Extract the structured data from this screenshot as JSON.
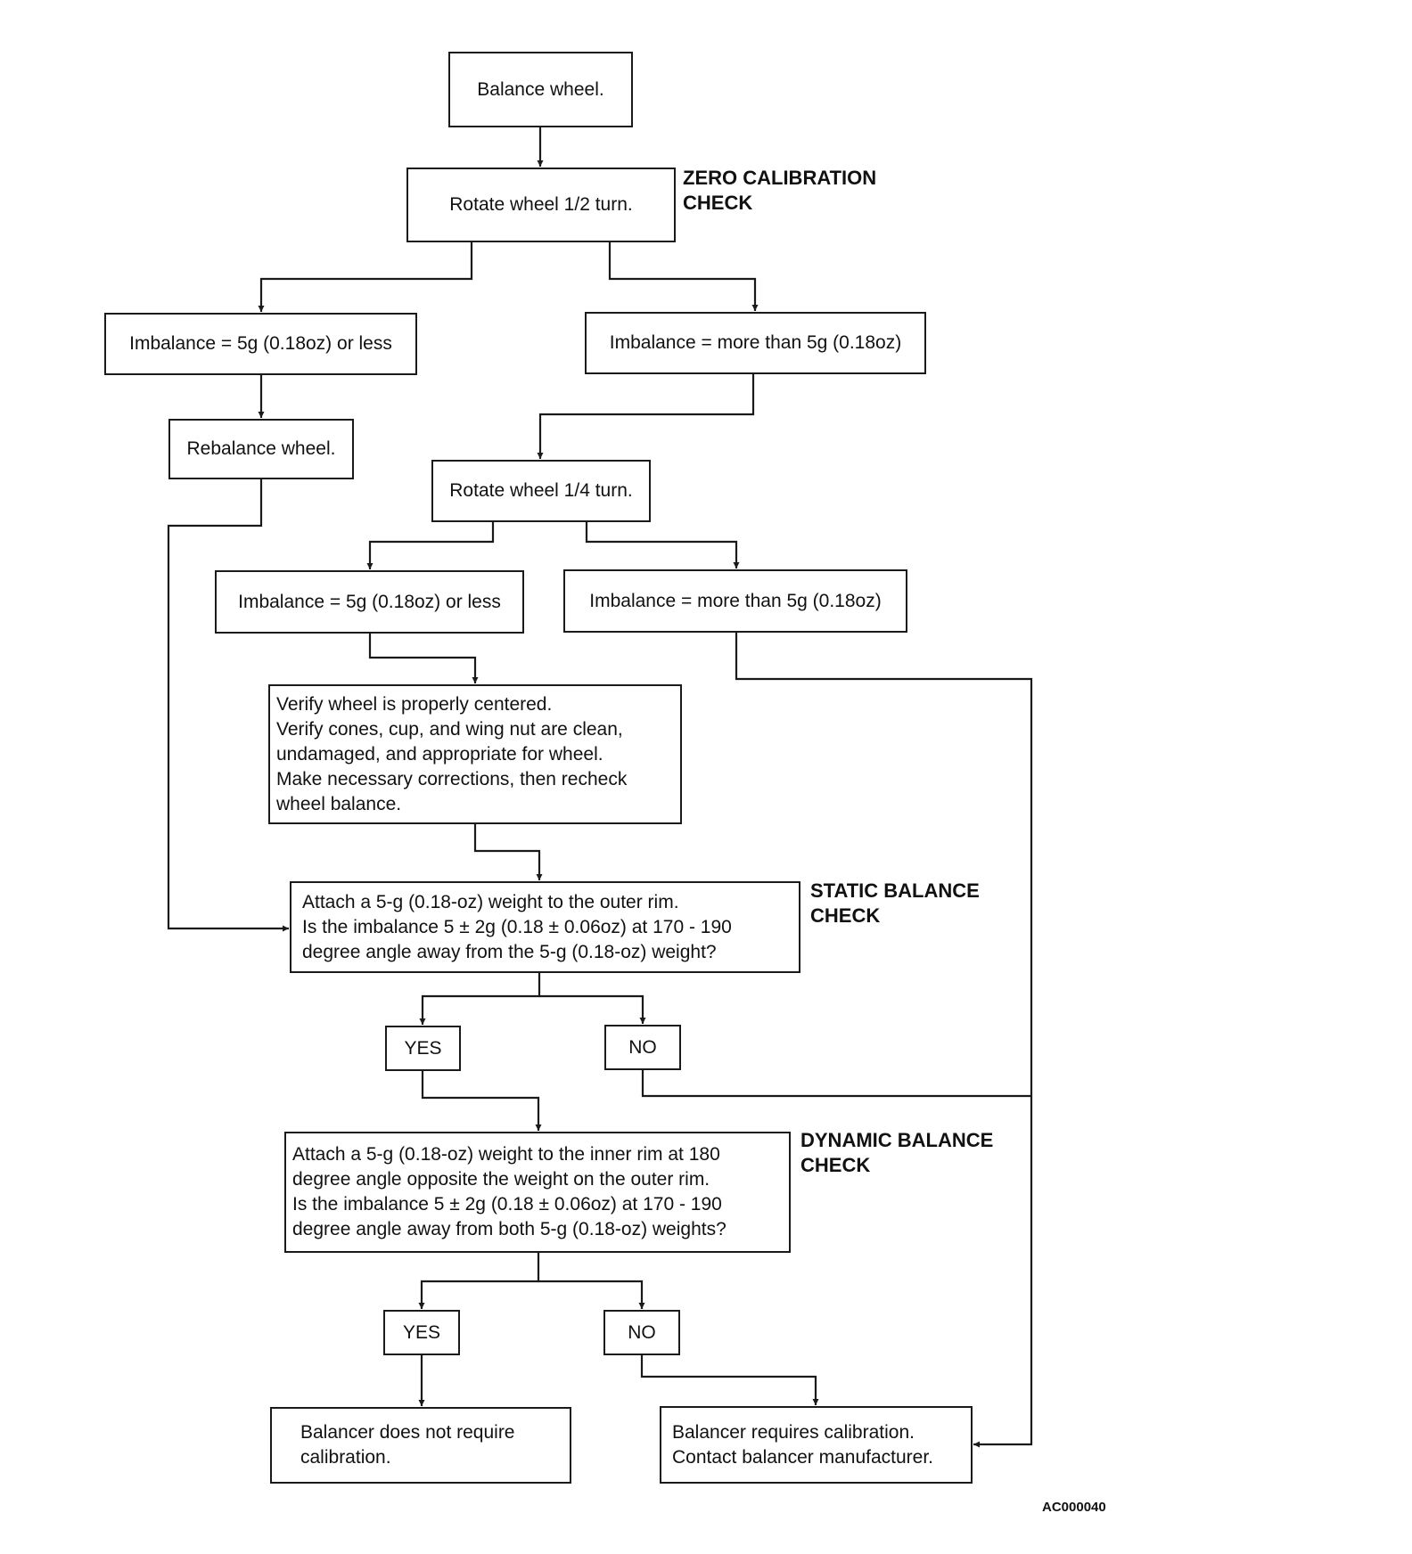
{
  "nodes": {
    "balance_wheel": "Balance wheel.",
    "rotate_half": "Rotate wheel 1/2 turn.",
    "imb_le_1": "Imbalance = 5g (0.18oz) or less",
    "imb_gt_1": "Imbalance = more than 5g (0.18oz)",
    "rebalance": "Rebalance wheel.",
    "rotate_quarter": "Rotate wheel 1/4 turn.",
    "imb_le_2": "Imbalance = 5g (0.18oz) or less",
    "imb_gt_2": "Imbalance = more than 5g (0.18oz)",
    "verify": [
      "Verify wheel is properly centered.",
      "Verify cones, cup, and wing nut are clean,",
      "undamaged, and appropriate for wheel.",
      "Make necessary corrections, then recheck",
      "wheel balance."
    ],
    "static_q": [
      "Attach a 5-g (0.18-oz) weight to the outer rim.",
      "Is the imbalance 5 ± 2g (0.18 ± 0.06oz) at 170 - 190",
      "degree angle away from the 5-g (0.18-oz) weight?"
    ],
    "yes_1": "YES",
    "no_1": "NO",
    "dynamic_q": [
      "Attach a 5-g (0.18-oz) weight to the inner rim at 180",
      "degree angle opposite the weight on the outer rim.",
      "Is the imbalance 5 ± 2g (0.18 ± 0.06oz) at 170 - 190",
      "degree angle away from both 5-g (0.18-oz) weights?"
    ],
    "yes_2": "YES",
    "no_2": "NO",
    "no_calibration": [
      "Balancer does not require",
      "calibration."
    ],
    "calibration": [
      "Balancer requires calibration.",
      "Contact balancer manufacturer."
    ]
  },
  "headings": {
    "zero": [
      "ZERO CALIBRATION",
      "CHECK"
    ],
    "static": [
      "STATIC BALANCE",
      "CHECK"
    ],
    "dynamic": [
      "DYNAMIC BALANCE",
      "CHECK"
    ]
  },
  "figure_code": "AC000040",
  "colors": {
    "line": "#1a1a1a",
    "text": "#111111",
    "background": "#ffffff"
  }
}
